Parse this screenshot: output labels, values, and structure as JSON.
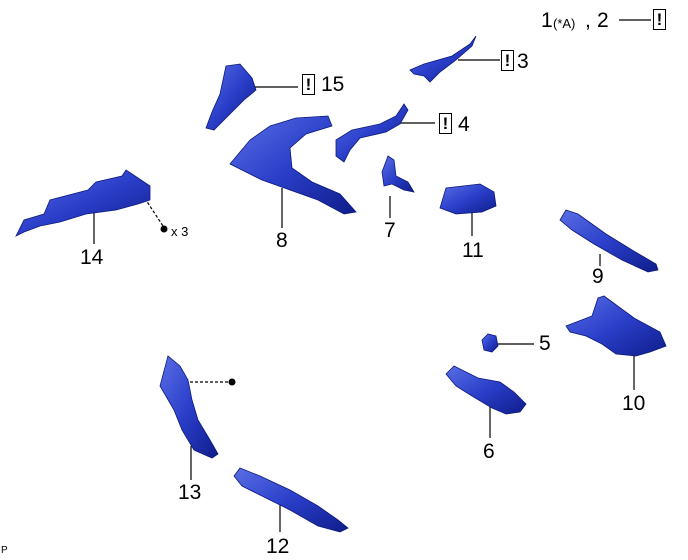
{
  "header": {
    "item1": "1",
    "item1_note": "(*A)",
    "separator": ",",
    "item2": "2"
  },
  "warning_symbol": "!",
  "parts": {
    "p3": "3",
    "p4": "4",
    "p5": "5",
    "p6": "6",
    "p7": "7",
    "p8": "8",
    "p9": "9",
    "p10": "10",
    "p11": "11",
    "p12": "12",
    "p13": "13",
    "p14": "14",
    "p15": "15"
  },
  "fastener_count": "x 3",
  "corner_code": "P",
  "colors": {
    "part_fill": "#2a3ec9",
    "part_dark": "#101f8e",
    "part_light": "#5d70e8"
  }
}
